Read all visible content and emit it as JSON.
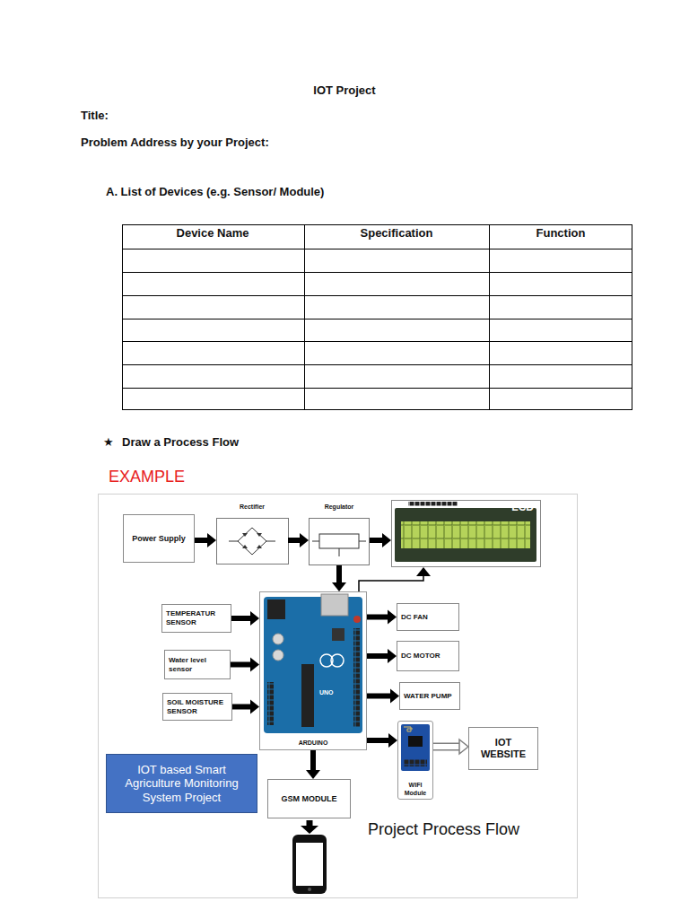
{
  "diagram": {
    "title": "IOT Project",
    "nodes": [
      {
        "text": [
          "Power Supply"
        ]
      },
      {
        "text": [
          "Rectifier"
        ]
      },
      {
        "text": [
          "Regulator"
        ]
      },
      {
        "text": [
          "LCD"
        ]
      },
      {
        "text": [
          "TEMPERATUR SENSOR"
        ]
      },
      {
        "text": [
          "Water level sensor"
        ]
      },
      {
        "text": [
          "SOIL MOISTURE SENSOR"
        ]
      },
      {
        "text": [
          "ARDUINO"
        ]
      },
      {
        "text": [
          "DC FAN"
        ]
      },
      {
        "text": [
          "DC MOTOR"
        ]
      },
      {
        "text": [
          "WATER PUMP"
        ]
      },
      {
        "text": [
          "WIFI Module"
        ]
      },
      {
        "text": [
          "IOT WEBSITE"
        ]
      },
      {
        "text": [
          "IOT based Smart Agriculture Monitoring System Project"
        ]
      },
      {
        "text": [
          "GSM MODULE"
        ]
      }
    ],
    "edges": [
      {
        "from": 0,
        "to": 1,
        "arrow": "to"
      },
      {
        "from": 1,
        "to": 2,
        "arrow": "to"
      },
      {
        "from": 2,
        "to": 3,
        "arrow": "to"
      },
      {
        "from": 2,
        "to": 7,
        "arrow": "to"
      },
      {
        "from": 7,
        "to": 3,
        "arrow": "to"
      },
      {
        "from": 4,
        "to": 7,
        "arrow": "to"
      },
      {
        "from": 5,
        "to": 7,
        "arrow": "to"
      },
      {
        "from": 6,
        "to": 7,
        "arrow": "to"
      },
      {
        "from": 7,
        "to": 8,
        "arrow": "to"
      },
      {
        "from": 7,
        "to": 9,
        "arrow": "to"
      },
      {
        "from": 7,
        "to": 10,
        "arrow": "to"
      },
      {
        "from": 7,
        "to": 11,
        "arrow": "to"
      },
      {
        "from": 11,
        "to": 12,
        "arrow": "to"
      },
      {
        "from": 7,
        "to": 14,
        "arrow": "to"
      }
    ],
    "labels": [
      "Title:",
      "Problem Address by your Project:",
      "A. List of Devices (e.g. Sensor/ Module)",
      "Device Name",
      "Specification",
      "Function",
      "★",
      "Draw a Process Flow",
      "EXAMPLE",
      "UNO",
      "Project Process Flow"
    ]
  }
}
